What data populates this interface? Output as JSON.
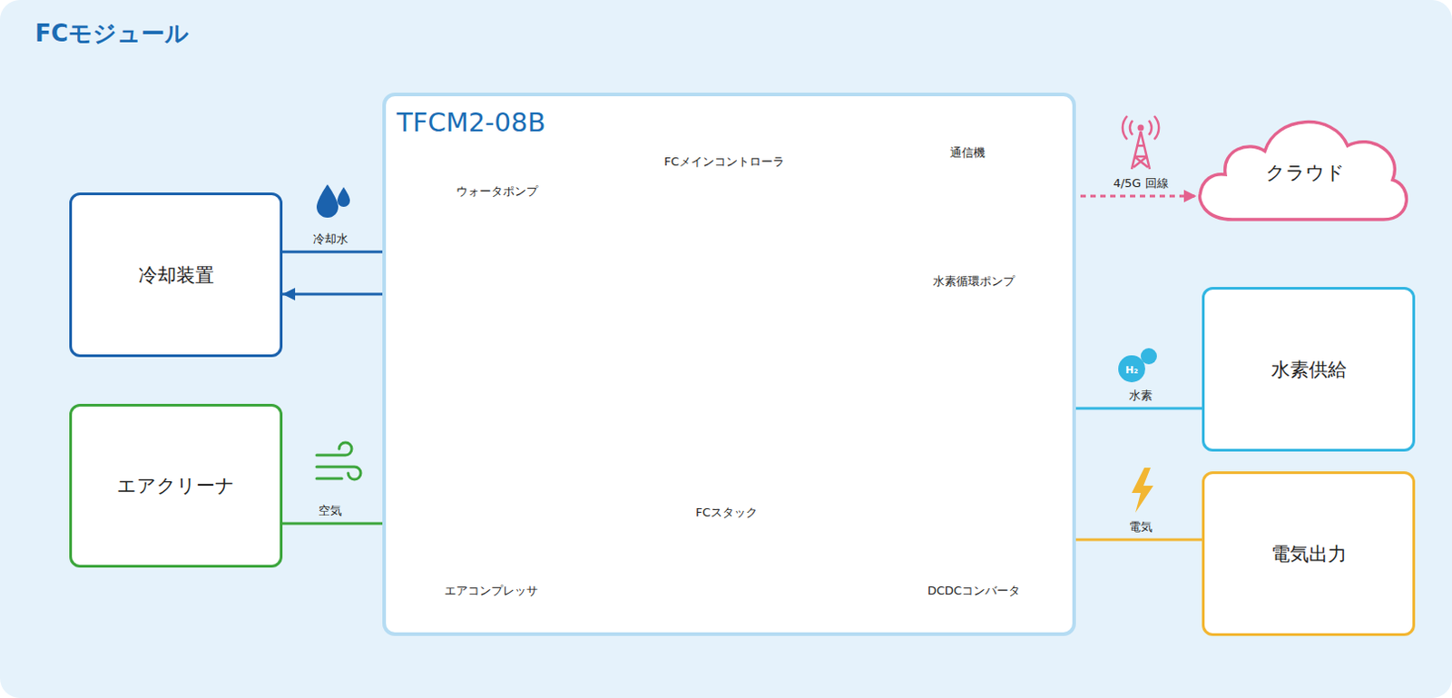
{
  "diagram": {
    "title": "FCモジュール",
    "nodes": [
      {
        "text": [
          "冷却装置"
        ]
      },
      {
        "text": [
          "エアクリーナ"
        ]
      },
      {
        "text": [
          "TFCM2-08B"
        ]
      },
      {
        "text": [
          "ウォータポンプ"
        ],
        "in": 2
      },
      {
        "text": [
          "FCメインコントローラ"
        ],
        "in": 2
      },
      {
        "text": [
          "通信機"
        ],
        "in": 2
      },
      {
        "text": [
          "水素循環ポンプ"
        ],
        "in": 2
      },
      {
        "text": [
          "FCスタック"
        ],
        "in": 2
      },
      {
        "text": [
          "エアコンプレッサ"
        ],
        "in": 2
      },
      {
        "text": [
          "DCDCコンバータ"
        ],
        "in": 2
      },
      {
        "text": [
          "クラウド"
        ]
      },
      {
        "text": [
          "水素供給"
        ]
      },
      {
        "text": [
          "電気出力"
        ]
      }
    ],
    "edges": [
      {
        "from": 0,
        "to": 3,
        "arrow": "none",
        "label": "冷却水"
      },
      {
        "from": 3,
        "to": 7,
        "arrow": "to"
      },
      {
        "from": 7,
        "to": 0,
        "arrow": "to"
      },
      {
        "from": 1,
        "to": 8,
        "arrow": "none",
        "label": "空気"
      },
      {
        "from": 8,
        "to": 7,
        "arrow": "to"
      },
      {
        "from": 4,
        "to": 5,
        "arrow": "none"
      },
      {
        "from": 5,
        "to": 10,
        "arrow": "to",
        "label": "4/5G 回線"
      },
      {
        "from": 7,
        "to": 6,
        "arrow": "none"
      },
      {
        "from": 6,
        "to": 7,
        "arrow": "to"
      },
      {
        "from": 11,
        "to": 7,
        "arrow": "to",
        "label": "水素"
      },
      {
        "from": 7,
        "to": 9,
        "arrow": "none"
      },
      {
        "from": 9,
        "to": 12,
        "arrow": "none",
        "label": "電気"
      }
    ],
    "labels": [
      "H₂"
    ]
  }
}
